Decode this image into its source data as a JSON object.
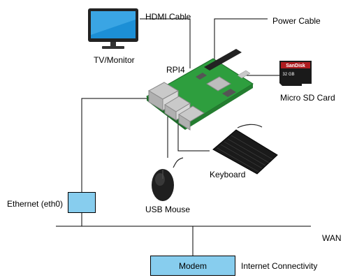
{
  "labels": {
    "hdmi_cable": "HDMI Cable",
    "power_cable": "Power Cable",
    "tv_monitor": "TV/Monitor",
    "rpi": "RPI4",
    "micro_sd": "Micro SD Card",
    "keyboard": "Keyboard",
    "usb_mouse": "USB Mouse",
    "ethernet": "Ethernet (eth0)",
    "wan": "WAN",
    "modem": "Modem",
    "internet": "Internet Connectivity"
  },
  "sd_card": {
    "brand": "SanDisk",
    "capacity": "32 GB"
  },
  "colors": {
    "box_fill": "#87cdee",
    "line": "#000000",
    "board_green": "#2e9e3e"
  }
}
